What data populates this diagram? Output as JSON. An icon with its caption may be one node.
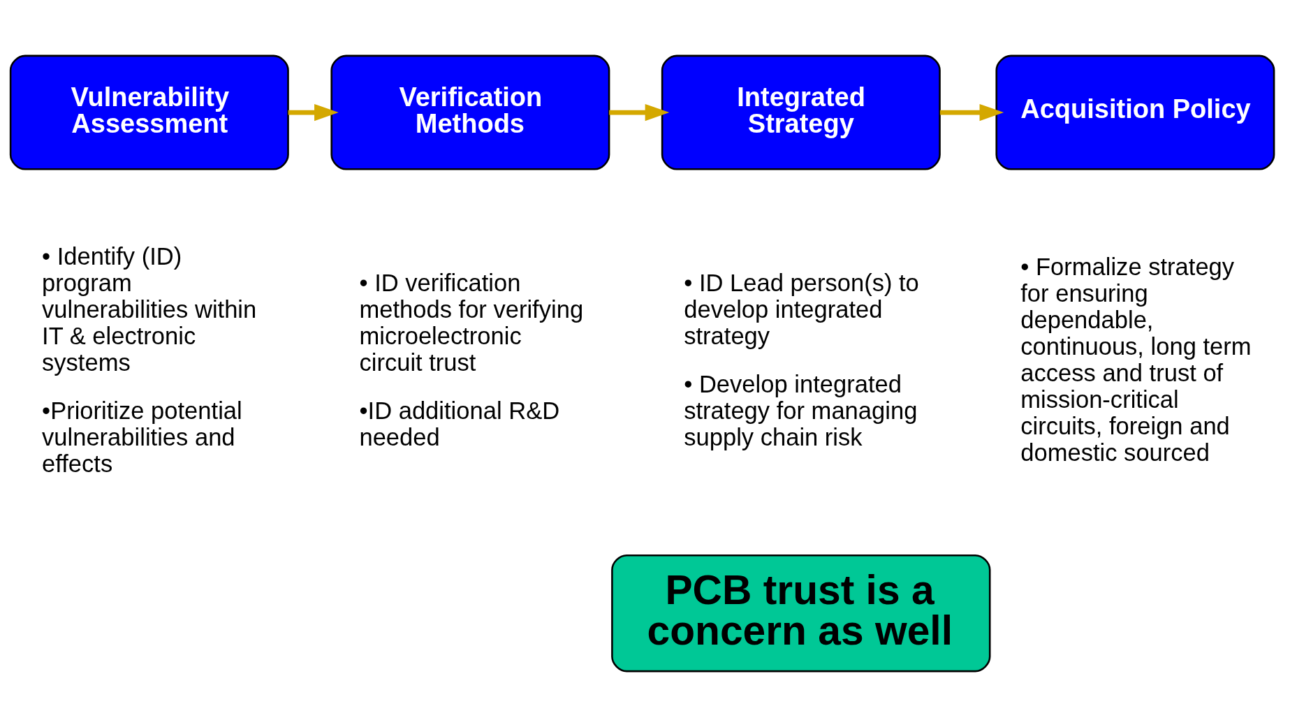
{
  "diagram": {
    "nodes": [
      {
        "text": [
          "Vulnerability Assessment"
        ],
        "beside": [
          "• Identify (ID) program vulnerabilities within IT & electronic systems",
          "•Prioritize potential vulnerabilities and effects"
        ]
      },
      {
        "text": [
          "Verification Methods"
        ],
        "beside": [
          "• ID verification methods for verifying microelectronic circuit trust",
          "•ID additional R&D needed"
        ]
      },
      {
        "text": [
          "Integrated Strategy"
        ],
        "beside": [
          "• ID Lead person(s) to develop integrated strategy",
          "• Develop integrated strategy for managing supply chain risk"
        ]
      },
      {
        "text": [
          "Acquisition Policy"
        ],
        "beside": [
          "• Formalize strategy for ensuring dependable, continuous, long term access and trust of mission-critical circuits, foreign and domestic sourced"
        ]
      },
      {
        "text": [
          "PCB trust is a concern as well"
        ]
      }
    ],
    "edges": [
      {
        "from": 0,
        "to": 1,
        "arrow": "to"
      },
      {
        "from": 1,
        "to": 2,
        "arrow": "to"
      },
      {
        "from": 2,
        "to": 3,
        "arrow": "to"
      }
    ]
  }
}
